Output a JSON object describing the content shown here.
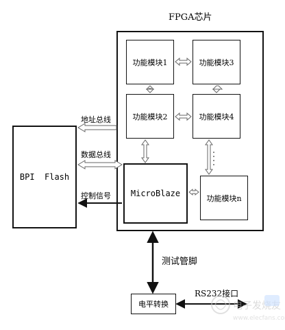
{
  "diagram": {
    "fpga_title": "FPGA芯片",
    "blocks": {
      "module1": "功能模块1",
      "module2": "功能模块2",
      "module3": "功能模块3",
      "module4": "功能模块4",
      "module_n": "功能模块n",
      "microblaze": "MicroBlaze",
      "bpi_flash": "BPI  Flash",
      "level_shift": "电平转换"
    },
    "bus_labels": {
      "address": "地址总线",
      "data": "数据总线",
      "control": "控制信号"
    },
    "test_pin": "测试管脚",
    "rs232": "RS232接口",
    "watermark": "电子发烧友 www.elecfans.com"
  },
  "colors": {
    "line": "#111111",
    "hollow_arrow": "#666666",
    "watermark": "#c8c8c8"
  }
}
